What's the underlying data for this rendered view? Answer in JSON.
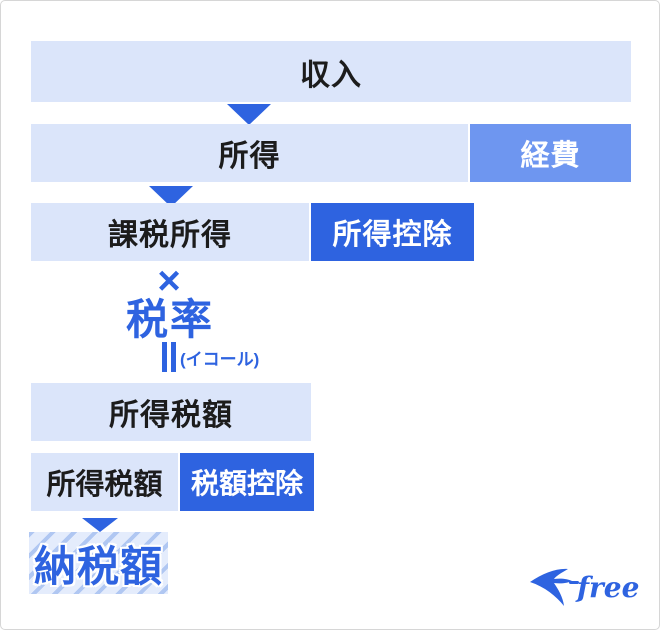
{
  "colors": {
    "bar_light": "#dbe5fa",
    "blue_deep": "#2e63e0",
    "blue_mid": "#6e96f0",
    "text_dark": "#1c1c1c",
    "stripe_line": "#b0c7f2",
    "stripe_bg": "#e4ecfc",
    "border": "#d6d6d6"
  },
  "diagram": {
    "income": {
      "label": "収入"
    },
    "row_shotoku": {
      "main": "所得",
      "side": "経費"
    },
    "row_kazei": {
      "main": "課税所得",
      "side": "所得控除"
    },
    "multiply": {
      "symbol": "×",
      "operand": "税率"
    },
    "equals": {
      "symbol": "=",
      "note": "(イコール)"
    },
    "shotokuzei": {
      "label": "所得税額"
    },
    "row_zeigaku": {
      "main": "所得税額",
      "side": "税額控除"
    },
    "result": {
      "label": "納税額"
    }
  },
  "logo": {
    "brand": "freee",
    "icon": "swallow-bird-icon"
  }
}
